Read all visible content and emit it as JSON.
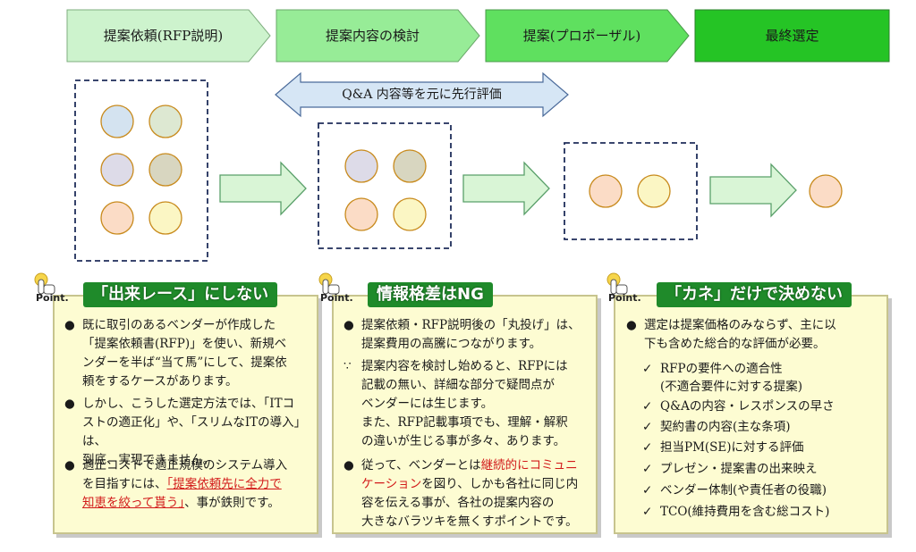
{
  "stages": [
    {
      "label": "提案依頼(RFP説明)",
      "fill": "#cdf3cd"
    },
    {
      "label": "提案内容の検討",
      "fill": "#97ec97"
    },
    {
      "label": "提案(プロポーザル)",
      "fill": "#5fe05f"
    },
    {
      "label": "最終選定",
      "fill": "#25c425"
    }
  ],
  "qa_arrow_label": "Q&A 内容等を元に先行評価",
  "point_label": "Point.",
  "colors": {
    "blue": "#d4e3f0",
    "sage": "#dde8d2",
    "lavender": "#dddbe8",
    "khaki": "#d8d6c0",
    "peach": "#fbdcc6",
    "yellow": "#fbf6c4",
    "circle_stroke": "#c88a1c",
    "box_border": "#1f2d5a",
    "arrow_fill": "#d9f5d6",
    "arrow_stroke": "#5aa06a",
    "panel": "#fdfcd2",
    "heading": "#1f8a2a",
    "red": "#d21a1a"
  },
  "panels": [
    {
      "title": "「出来レース」にしない",
      "bullets": [
        {
          "marker": "●",
          "lines": [
            "既に取引のあるベンダーが作成した",
            "「提案依頼書(RFP)」を使い、新規ベ",
            "ンダーを半ば“当て馬”にして、提案依",
            "頼をするケースがあります。"
          ]
        },
        {
          "marker": "●",
          "lines": [
            "しかし、こうした選定方法では、「ITコ",
            "ストの適正化」や、「スリムなITの導入」は、",
            "到底、実現できません。"
          ]
        },
        {
          "marker": "●",
          "lines": [
            "適正コストで適正規模のシステム導入"
          ],
          "line2_pre": "を目指すには、",
          "line2_red": "「提案依頼先に全力で",
          "line3_red": "知恵を絞って貰う」",
          "line3_post": "、事が鉄則です。"
        }
      ]
    },
    {
      "title": "情報格差はNG",
      "bullets": [
        {
          "marker": "●",
          "lines": [
            "提案依頼・RFP説明後の「丸投げ」は、",
            "提案費用の高騰につながります。"
          ]
        },
        {
          "marker": "∵",
          "lines": [
            "提案内容を検討し始めると、RFPには",
            "記載の無い、詳細な部分で疑問点が",
            "ベンダーには生じます。",
            "また、RFP記載事項でも、理解・解釈",
            "の違いが生じる事が多々、あります。"
          ]
        },
        {
          "marker": "●",
          "line1_pre": "従って、ベンダーとは",
          "line1_red": "継続的にコミュニ",
          "line2_red": "ケーション",
          "line2_post": "を図り、しかも各社に同じ内",
          "lines": [
            "容を伝える事が、各社の提案内容の",
            "大きなバラツキを無くすポイントです。"
          ]
        }
      ]
    },
    {
      "title": "「カネ」だけで決めない",
      "bullets": [
        {
          "marker": "●",
          "lines": [
            "選定は提案価格のみならず、主に以",
            "下も含めた総合的な評価が必要。"
          ]
        }
      ],
      "check_mark": "✓",
      "checks": [
        "RFPの要件への適合性",
        "(不適合要件に対する提案)",
        "Q&Aの内容・レスポンスの早さ",
        "契約書の内容(主な条項)",
        "担当PM(SE)に対する評価",
        "プレゼン・提案書の出来映え",
        "ベンダー体制(や責任者の役職)",
        "TCO(維持費用を含む総コスト)"
      ]
    }
  ]
}
